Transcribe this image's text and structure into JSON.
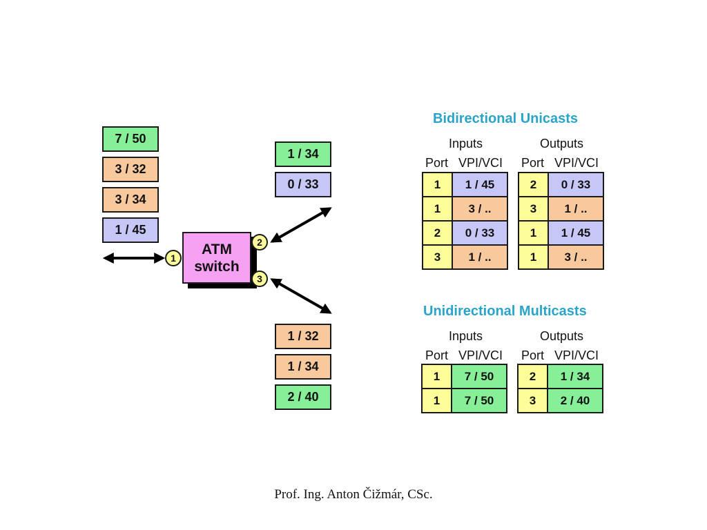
{
  "colors": {
    "green": "#86ef98",
    "orange": "#f9c99e",
    "lavender": "#c7c7f7",
    "yellow": "#fdfd9a",
    "pink": "#f7a1f2",
    "heading": "#2aa3c8"
  },
  "left_stack": [
    {
      "label": "7 / 50",
      "color": "green"
    },
    {
      "label": "3 / 32",
      "color": "orange"
    },
    {
      "label": "3 / 34",
      "color": "orange"
    },
    {
      "label": "1 / 45",
      "color": "lavender"
    }
  ],
  "top_right_stack": [
    {
      "label": "1 / 34",
      "color": "green"
    },
    {
      "label": "0 / 33",
      "color": "lavender"
    }
  ],
  "bottom_right_stack": [
    {
      "label": "1 / 32",
      "color": "orange"
    },
    {
      "label": "1 / 34",
      "color": "orange"
    },
    {
      "label": "2 / 40",
      "color": "green"
    }
  ],
  "switch": {
    "line1": "ATM",
    "line2": "switch"
  },
  "ports": [
    "1",
    "2",
    "3"
  ],
  "unicast": {
    "title": "Bidirectional Unicasts",
    "inputs_label": "Inputs",
    "outputs_label": "Outputs",
    "port_label": "Port",
    "vpivci_label": "VPI/VCI",
    "inputs": [
      {
        "port": "1",
        "vc": "1 / 45",
        "color": "lavender"
      },
      {
        "port": "1",
        "vc": "3 / ..",
        "color": "orange"
      },
      {
        "port": "2",
        "vc": "0 / 33",
        "color": "lavender"
      },
      {
        "port": "3",
        "vc": "1 / ..",
        "color": "orange"
      }
    ],
    "outputs": [
      {
        "port": "2",
        "vc": "0 / 33",
        "color": "lavender"
      },
      {
        "port": "3",
        "vc": "1 / ..",
        "color": "orange"
      },
      {
        "port": "1",
        "vc": "1 / 45",
        "color": "lavender"
      },
      {
        "port": "1",
        "vc": "3 / ..",
        "color": "orange"
      }
    ]
  },
  "multicast": {
    "title": "Unidirectional Multicasts",
    "inputs_label": "Inputs",
    "outputs_label": "Outputs",
    "port_label": "Port",
    "vpivci_label": "VPI/VCI",
    "inputs": [
      {
        "port": "1",
        "vc": "7 / 50",
        "color": "green"
      },
      {
        "port": "1",
        "vc": "7 / 50",
        "color": "green"
      }
    ],
    "outputs": [
      {
        "port": "2",
        "vc": "1 / 34",
        "color": "green"
      },
      {
        "port": "3",
        "vc": "2 / 40",
        "color": "green"
      }
    ]
  },
  "footer": "Prof. Ing. Anton Čižmár, CSc."
}
